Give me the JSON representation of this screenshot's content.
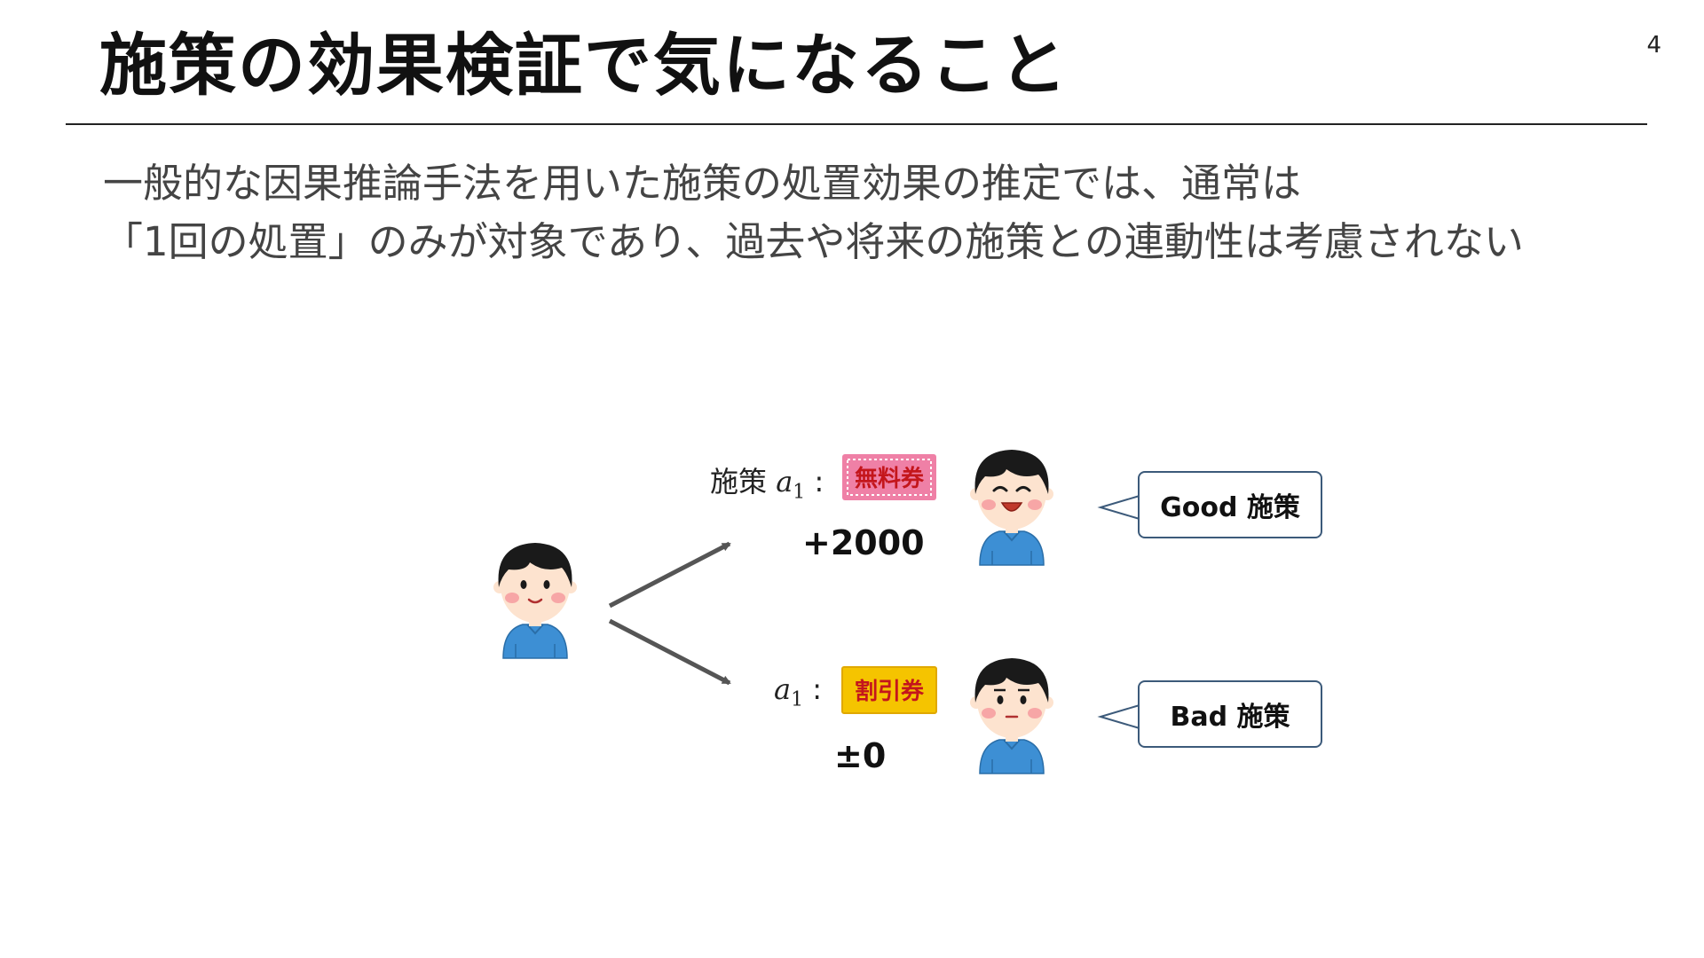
{
  "slide": {
    "title": "施策の効果検証で気になること",
    "page_number": "4"
  },
  "body": {
    "line1": "一般的な因果推論手法を用いた施策の処置効果の推定では、通常は",
    "line2": "「1回の処置」のみが対象であり、過去や将来の施策との連動性は考慮されない"
  },
  "diagram": {
    "top_branch": {
      "prefix": "施策",
      "var": "a",
      "sub": "1",
      "colon": ":",
      "coupon_text": "無料券",
      "value": "+2000",
      "callout": "Good 施策"
    },
    "bottom_branch": {
      "var": "a",
      "sub": "1",
      "colon": ":",
      "coupon_text": "割引券",
      "value": "±0",
      "callout": "Bad 施策"
    },
    "icons": {
      "person": "person-icon",
      "happy_person": "happy-person-icon",
      "neutral_person": "neutral-person-icon",
      "free_coupon": "free-coupon-icon",
      "discount_coupon": "discount-coupon-icon",
      "arrow": "arrow-icon"
    },
    "colors": {
      "shirt": "#3d8fd4",
      "skin": "#fde3cf",
      "hair": "#1a1a1a",
      "cheek": "#f7a6a6",
      "free_coupon_bg": "#ef80a6",
      "discount_coupon_bg": "#f5c400",
      "coupon_text": "#c4161c",
      "callout_border": "#3c5a7a"
    }
  }
}
